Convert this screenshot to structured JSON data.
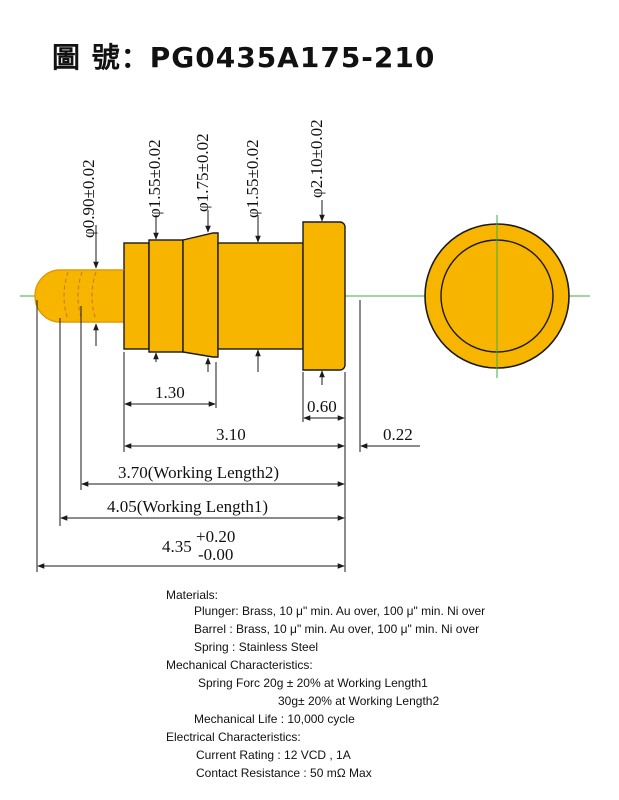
{
  "title": "圖 號：PG0435A175-210",
  "colors": {
    "body": "#f7b500",
    "body_edge": "#e09a00",
    "outline": "#1a1a1a",
    "centerline": "#3cb043",
    "groove": "#c77a3a"
  },
  "dimensions": {
    "d_tip": "φ0.90±0.02",
    "d_shoulder": "φ1.55±0.02",
    "d_collar": "φ1.75±0.02",
    "d_barrel": "φ1.55±0.02",
    "d_head": "φ2.10±0.02",
    "len_130": "1.30",
    "len_060": "0.60",
    "len_310": "3.10",
    "len_022": "0.22",
    "working_length_2": "3.70(Working Length2)",
    "working_length_1": "4.05(Working Length1)",
    "total_base": "4.35",
    "total_plus": "+0.20",
    "total_minus": "-0.00"
  },
  "specs": {
    "materials_heading": "Materials:",
    "plunger": "Plunger: Brass, 10 μ\" min. Au over,  100  μ\" min. Ni over",
    "barrel": "Barrel   : Brass, 10 μ\" min. Au over,  100  μ\" min. Ni over",
    "spring": "Spring  : Stainless Steel",
    "mechanical_heading": "Mechanical Characteristics:",
    "spring_force_1": "Spring Forc 20g ± 20% at Working Length1",
    "spring_force_2": "30g± 20% at Working Length2",
    "mechanical_life": "Mechanical Life : 10,000 cycle",
    "electrical_heading": "Electrical Characteristics:",
    "current_rating": "Current Rating : 12 VCD , 1A",
    "contact_resistance": "Contact Resistance : 50 mΩ  Max"
  }
}
